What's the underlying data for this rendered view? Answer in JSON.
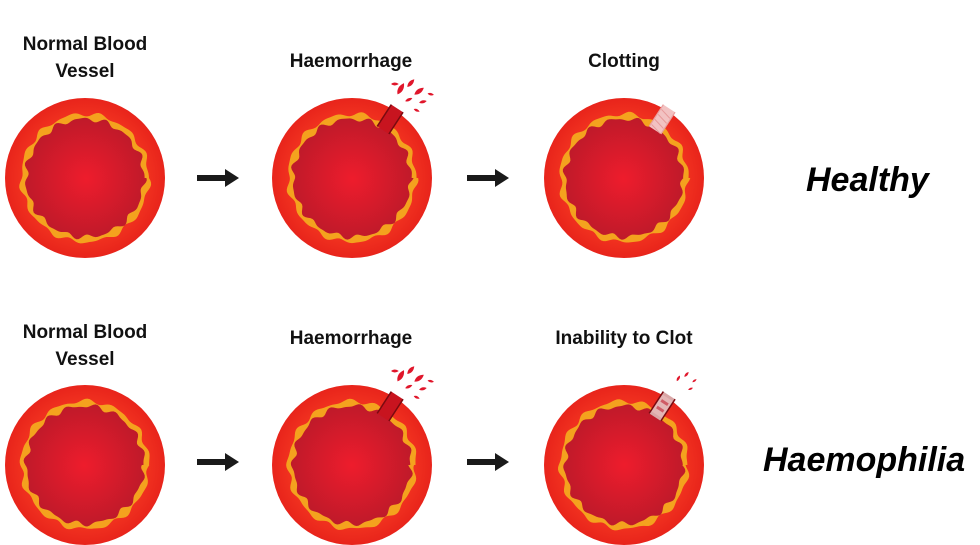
{
  "rows": [
    {
      "condition": "Healthy",
      "stages": [
        {
          "label": "Normal Blood\nVessel",
          "state": "intact"
        },
        {
          "label": "Haemorrhage",
          "state": "rupture"
        },
        {
          "label": "Clotting",
          "state": "clotted"
        }
      ]
    },
    {
      "condition": "Haemophilia",
      "stages": [
        {
          "label": "Normal Blood\nVessel",
          "state": "intact"
        },
        {
          "label": "Haemorrhage",
          "state": "rupture"
        },
        {
          "label": "Inability to Clot",
          "state": "unclotted"
        }
      ]
    }
  ],
  "colors": {
    "outer_wall": "#e8241b",
    "inner_band": "#f4a21e",
    "lumen_center": "#ee1c2c",
    "lumen_edge": "#bf1a2a",
    "arrow": "#1a1a1a"
  }
}
